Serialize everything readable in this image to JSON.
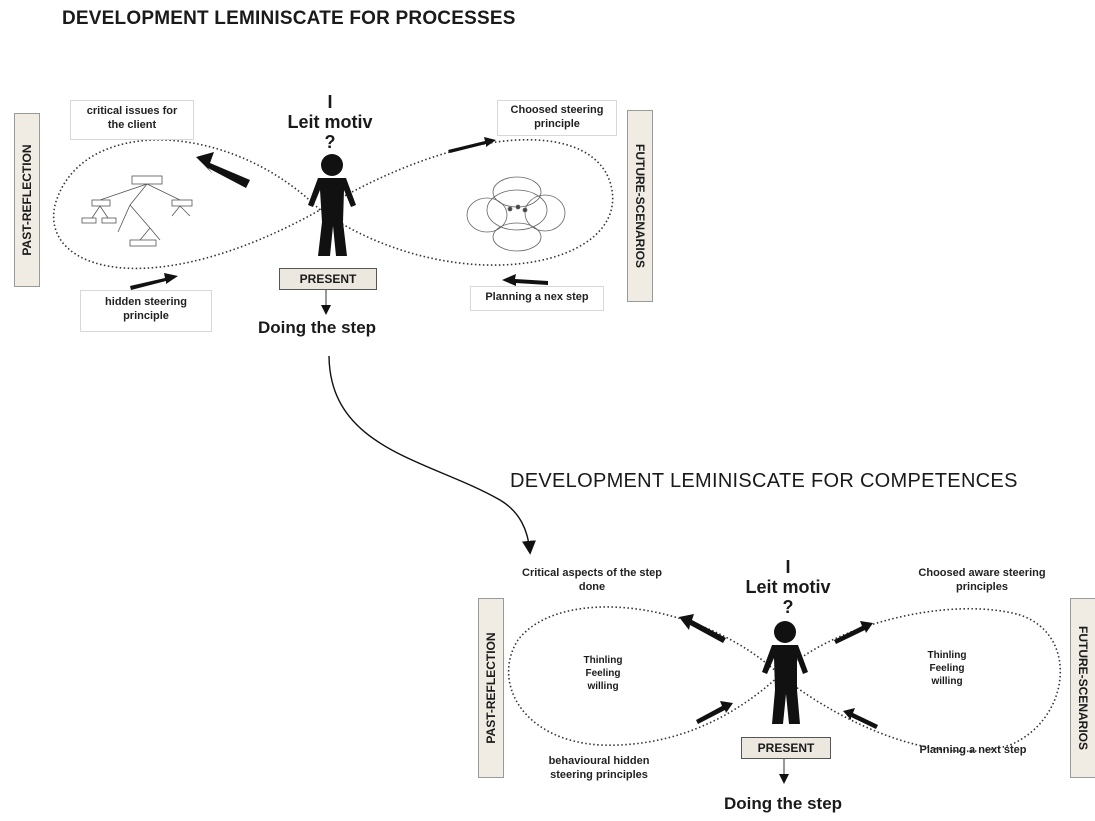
{
  "top": {
    "title": "DEVELOPMENT LEMINISCATE FOR PROCESSES",
    "leit_line1": "I",
    "leit_line2": "Leit motiv",
    "leit_line3": "?",
    "present": "PRESENT",
    "doing": "Doing the step",
    "past_label": "PAST-REFLECTION",
    "future_label": "FUTURE-SCENARIOS",
    "critical": "critical issues for the client",
    "hidden": "hidden steering principle",
    "choosed": "Choosed steering principle",
    "planning": "Planning a nex step"
  },
  "bottom": {
    "title": "DEVELOPMENT LEMINISCATE FOR COMPETENCES",
    "leit_line1": "I",
    "leit_line2": "Leit motiv",
    "leit_line3": "?",
    "present": "PRESENT",
    "doing": "Doing the step",
    "past_label": "PAST-REFLECTION",
    "future_label": "FUTURE-SCENARIOS",
    "critical": "Critical aspects of the step done",
    "behavioural": "behavioural hidden steering principles",
    "choosed": "Choosed  aware steering  principles",
    "planning": "Planning a  next step",
    "left_words": "Thinling Feeling willing",
    "right_words": "Thinling Feeling willing"
  },
  "colors": {
    "ink": "#111111",
    "panel": "#f0ece4",
    "box_border": "#d8d8d8"
  }
}
